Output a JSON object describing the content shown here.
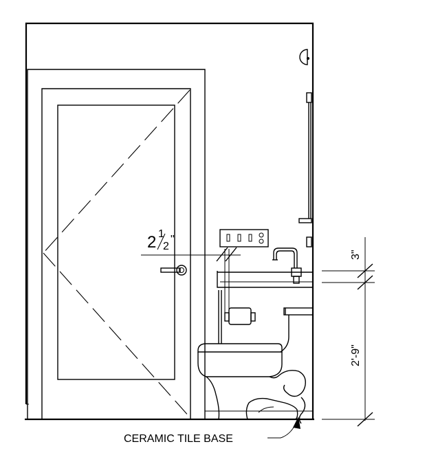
{
  "drawing": {
    "note_ceramic_tile_base": "CERAMIC TILE BASE",
    "dim_gap_whole": "2",
    "dim_gap_num": "1",
    "dim_gap_den": "2",
    "dim_gap_inch": "\"",
    "dim_three": "3\"",
    "dim_two_nine": "2'-9\""
  }
}
